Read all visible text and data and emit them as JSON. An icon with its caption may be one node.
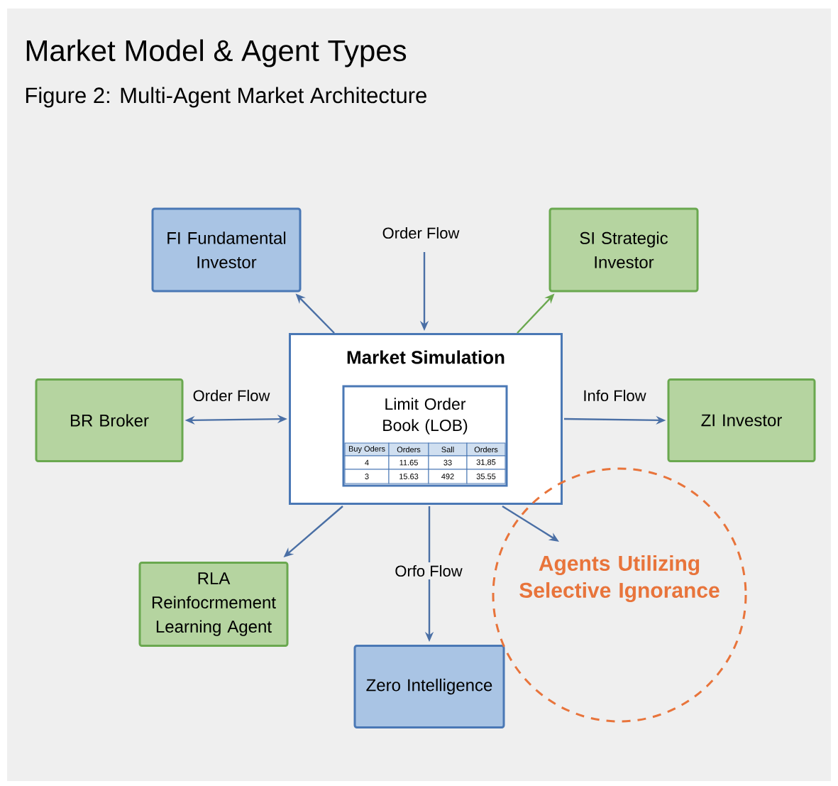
{
  "diagram": {
    "title": "Market Model & Agent Types",
    "caption": "Figure 2: Multi-Agent Market Architecture",
    "nodes": [
      {
        "text": [
          "FI Fundamental Investor"
        ]
      },
      {
        "text": [
          "SI  Strategic Investor"
        ]
      },
      {
        "text": [
          "Market Simulation"
        ]
      },
      {
        "text": [
          "Limit Order Book (LOB)"
        ],
        "in": 2
      },
      {
        "text": [
          "BR Broker"
        ]
      },
      {
        "text": [
          "ZI Investor"
        ]
      },
      {
        "text": [
          "RLA Reinfocrmement Learning Agent"
        ]
      },
      {
        "text": [
          "Zero Intelligence"
        ]
      },
      {
        "text": [
          "Agents Utilizing Selective Ignorance"
        ]
      }
    ],
    "edges": [
      {
        "from": 2,
        "to": 0,
        "arrow": "to"
      },
      {
        "from": null,
        "to": 2,
        "arrow": "to",
        "label": "Order Flow"
      },
      {
        "from": 2,
        "to": 1,
        "arrow": "to",
        "color": "#6aa84f"
      },
      {
        "from": 4,
        "to": 2,
        "arrow": "both",
        "label": "Order Flow"
      },
      {
        "from": 2,
        "to": 5,
        "arrow": "to",
        "label": "Info Flow"
      },
      {
        "from": 2,
        "to": 6,
        "arrow": "to"
      },
      {
        "from": 2,
        "to": 7,
        "arrow": "to",
        "label": "Orfo Flow"
      },
      {
        "from": 2,
        "to": 8,
        "arrow": "to"
      }
    ],
    "labels": [
      "Buy Oders",
      "Orders",
      "Sall",
      "Orders",
      "4",
      "11.65",
      "33",
      "31,85",
      "3",
      "15.63",
      "492",
      "35.55"
    ]
  }
}
